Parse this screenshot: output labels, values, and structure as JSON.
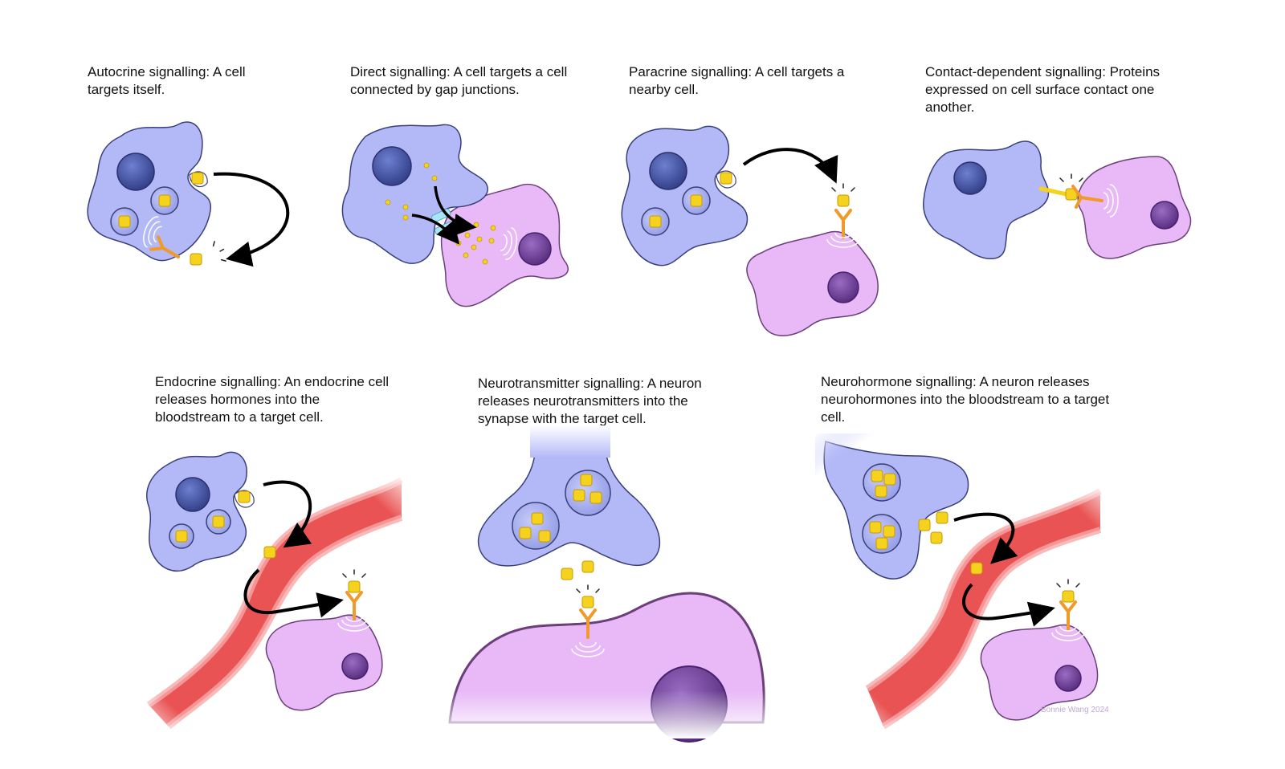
{
  "panels": {
    "autocrine": {
      "caption": "Autocrine signalling: A cell targets itself."
    },
    "direct": {
      "caption": "Direct signalling: A cell targets a cell connected by gap junctions."
    },
    "paracrine": {
      "caption": "Paracrine signalling: A cell targets a nearby cell."
    },
    "contact": {
      "caption": "Contact-dependent signalling: Proteins expressed on cell surface contact one another."
    },
    "endocrine": {
      "caption": "Endocrine signalling: An endocrine cell releases hormones into the bloodstream to a target cell."
    },
    "neurotransmitter": {
      "caption": "Neurotransmitter signalling: A neuron releases neurotransmitters into the synapse with the target cell."
    },
    "neurohormone": {
      "caption": "Neurohormone signalling: A neuron releases neurohormones into the bloodstream to a target cell."
    }
  },
  "credit": "Bonnie Wang 2024",
  "colors": {
    "signal_cell_fill": "#b3b9f7",
    "signal_cell_stroke": "#3a3f7a",
    "nucleus_blue": "#4a5aa8",
    "target_cell_fill": "#e8b8f7",
    "target_cell_stroke": "#6a3f7a",
    "nucleus_purple": "#7a4aa0",
    "ligand": "#f5d21e",
    "receptor": "#f0a030",
    "blood_vessel": "#e84a4a",
    "arrow": "#000000"
  }
}
